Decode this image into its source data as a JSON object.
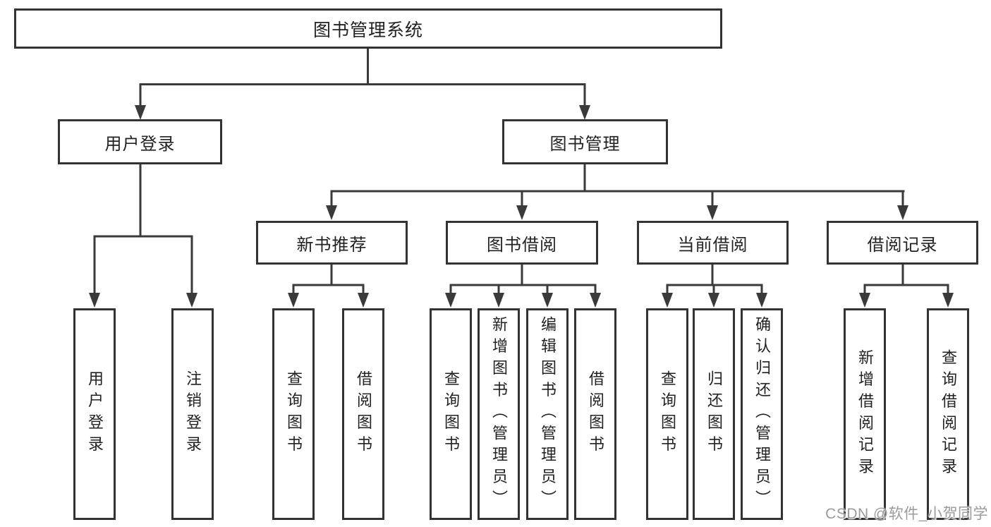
{
  "watermark": "CSDN @软件_小贺同学",
  "colors": {
    "line": "#3a3a3a",
    "box_border": "#333333",
    "text": "#222222",
    "watermark_text": "#9b9b9b",
    "background": "#ffffff"
  },
  "tree": {
    "label": "图书管理系统",
    "children": [
      {
        "label": "用户登录",
        "children": [
          {
            "label": "用户登录"
          },
          {
            "label": "注销登录"
          }
        ]
      },
      {
        "label": "图书管理",
        "children": [
          {
            "label": "新书推荐",
            "children": [
              {
                "label": "查询图书"
              },
              {
                "label": "借阅图书"
              }
            ]
          },
          {
            "label": "图书借阅",
            "children": [
              {
                "label": "查询图书"
              },
              {
                "label": "新增图书（管理员）"
              },
              {
                "label": "编辑图书（管理员）"
              },
              {
                "label": "借阅图书"
              }
            ]
          },
          {
            "label": "当前借阅",
            "children": [
              {
                "label": "查询图书"
              },
              {
                "label": "归还图书"
              },
              {
                "label": "确认归还（管理员）"
              }
            ]
          },
          {
            "label": "借阅记录",
            "children": [
              {
                "label": "新增借阅记录"
              },
              {
                "label": "查询借阅记录"
              }
            ]
          }
        ]
      }
    ]
  }
}
